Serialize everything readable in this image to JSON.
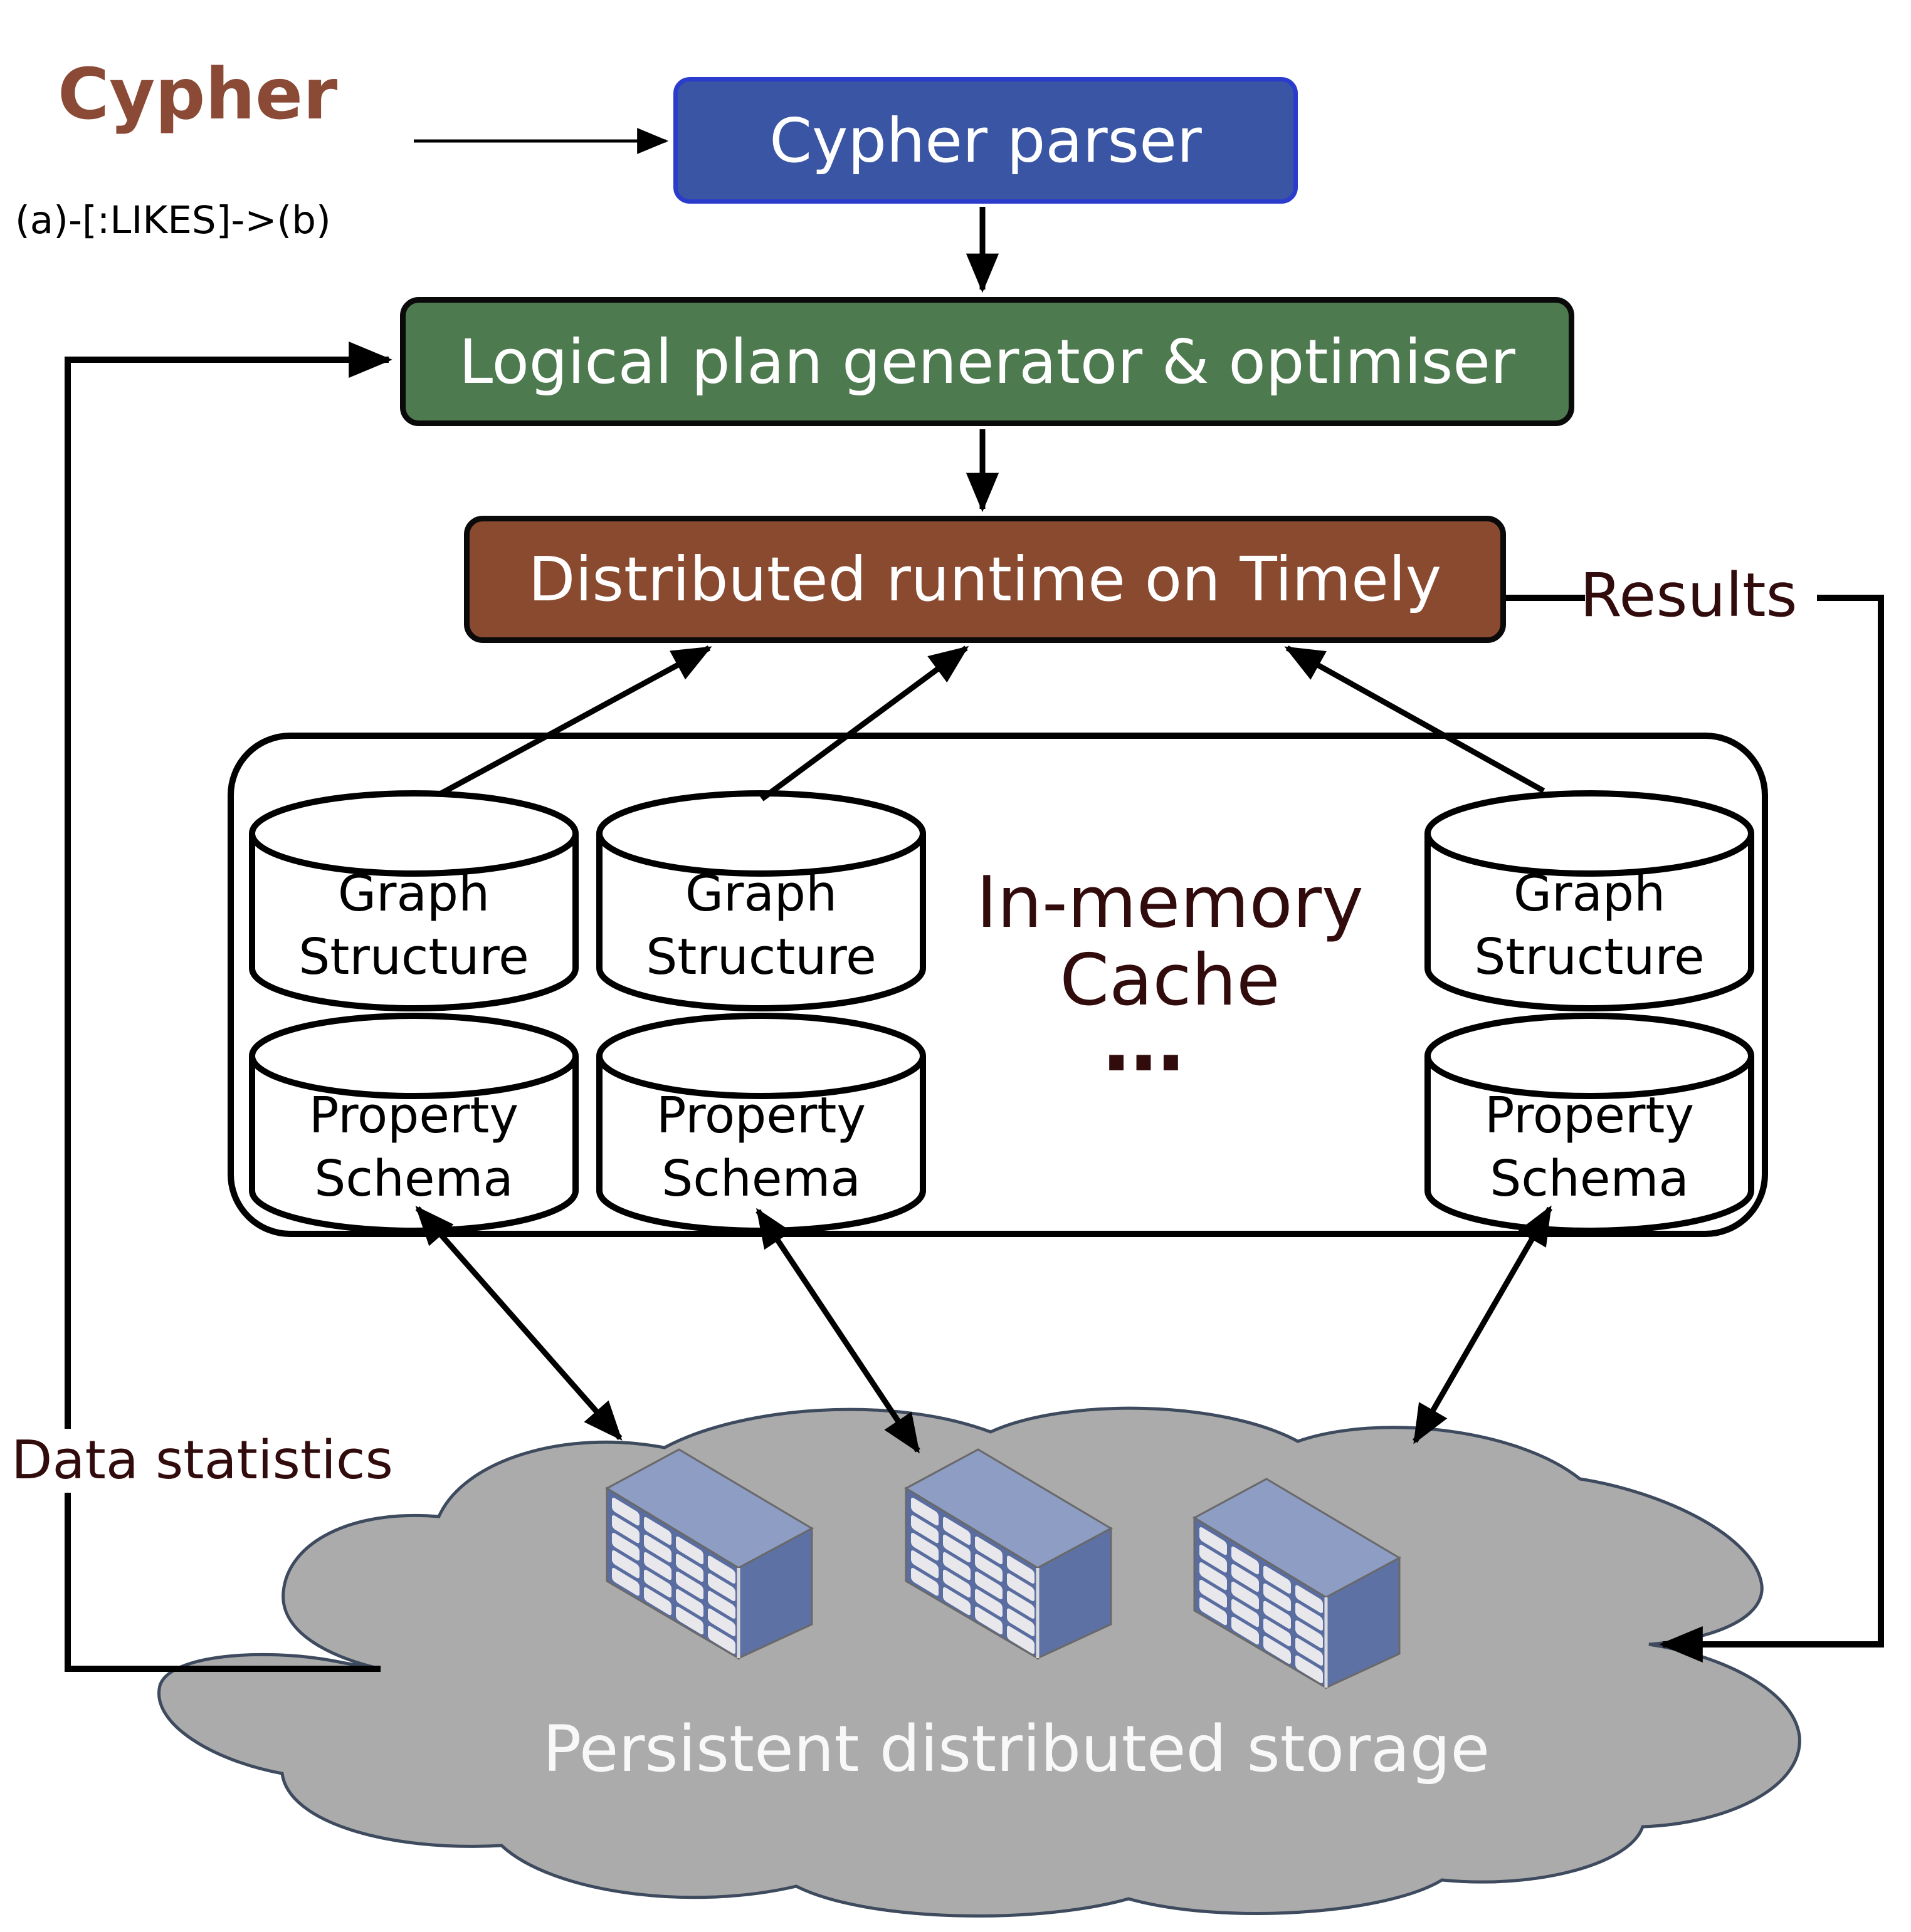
{
  "header": {
    "title": "Cypher",
    "query": "(a)-[:LIKES]->(b)"
  },
  "pipeline": {
    "parser_label": "Cypher parser",
    "planner_label": "Logical plan generator & optimiser",
    "runtime_label": "Distributed runtime on Timely"
  },
  "cache": {
    "title_line1": "In-memory",
    "title_line2": "Cache",
    "ellipsis": "...",
    "graph_cylinder": {
      "line1": "Graph",
      "line2": "Structure"
    },
    "property_cylinder": {
      "line1": "Property",
      "line2": "Schema"
    }
  },
  "storage": {
    "label": "Persistent distributed storage"
  },
  "annotations": {
    "results": "Results",
    "data_statistics": "Data statistics"
  },
  "colors": {
    "parser_fill": "#3a55a3",
    "parser_border": "#2b3ccc",
    "planner_fill": "#4d7a4e",
    "runtime_fill": "#8a4a30",
    "title_brown": "#8a4a35",
    "dark_maroon_text": "#320c0c",
    "cloud_fill": "#ababab",
    "cloud_stroke": "#3e4a5e",
    "building_top": "#8e9dc4",
    "building_side": "#5e71a5",
    "building_front": "#5a6da1",
    "building_window": "#e8e8ec"
  }
}
